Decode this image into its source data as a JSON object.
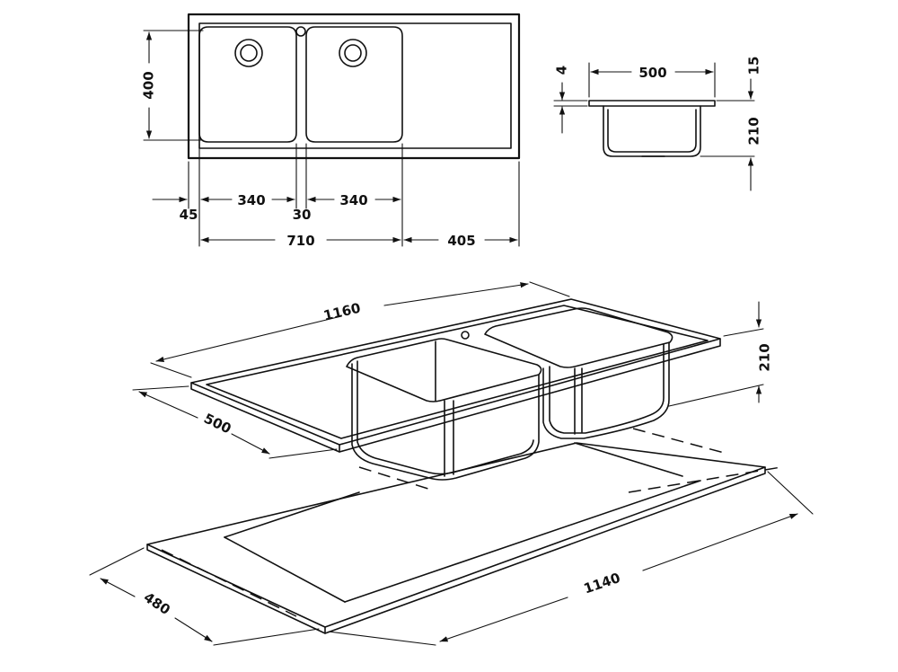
{
  "top_view": {
    "labels": {
      "height": "400",
      "left_margin": "45",
      "bowl_left": "340",
      "divider": "30",
      "bowl_right": "340",
      "bowls_total": "710",
      "drainer": "405"
    }
  },
  "side_view": {
    "labels": {
      "width": "500",
      "flange": "4",
      "rim": "15",
      "depth": "210"
    }
  },
  "perspective_view": {
    "labels": {
      "length": "1160",
      "width": "500",
      "depth": "210"
    }
  },
  "cutout_view": {
    "labels": {
      "width": "480",
      "length": "1140"
    }
  }
}
